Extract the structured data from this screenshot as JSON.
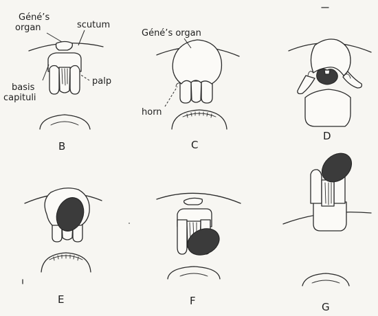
{
  "labels": {
    "genes_organ_b_line1": "Géné’s",
    "genes_organ_b_line2": "organ",
    "scutum": "scutum",
    "basis_line1": "basis",
    "basis_line2": "capituli",
    "palp": "palp",
    "genes_organ_c": "Géné’s organ",
    "horn": "horn"
  },
  "panels": [
    "B",
    "C",
    "D",
    "E",
    "F",
    "G"
  ]
}
